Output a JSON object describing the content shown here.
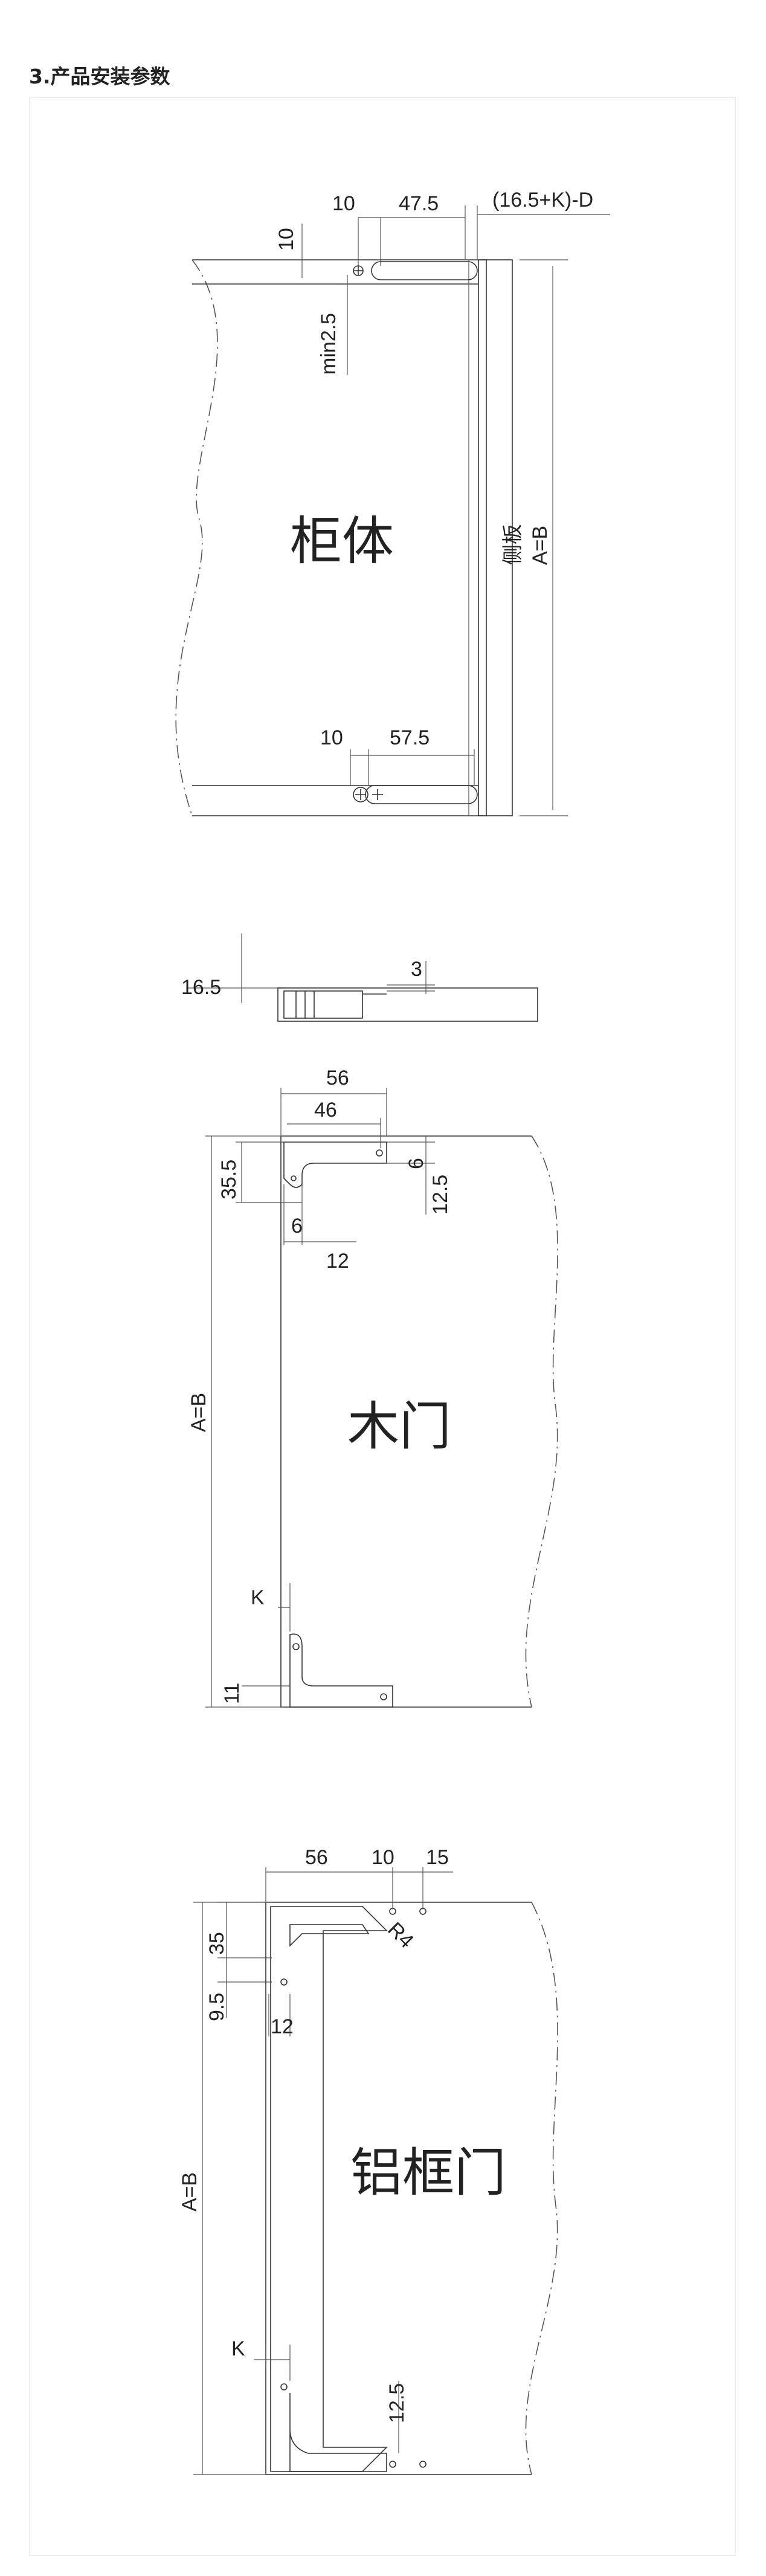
{
  "page": {
    "title": "3.产品安装参数"
  },
  "cabinet": {
    "label": "柜体",
    "side_panel": "侧板",
    "height_label": "A=B",
    "top_dims": {
      "d1": "10",
      "d2": "47.5",
      "d3": "(16.5+K)-D",
      "vertical": "10",
      "min": "min2.5"
    },
    "bottom_dims": {
      "d1": "10",
      "d2": "57.5"
    }
  },
  "profile": {
    "height": "16.5",
    "gap": "3"
  },
  "wood_door": {
    "label": "木门",
    "height_label": "A=B",
    "dims": {
      "w56": "56",
      "w46": "46",
      "h35_5": "35.5",
      "d6a": "6",
      "d12_5": "12.5",
      "d6b": "6",
      "d12": "12",
      "k": "K",
      "d11": "11"
    }
  },
  "alu_door": {
    "label": "铝框门",
    "height_label": "A=B",
    "dims": {
      "w56": "56",
      "d10": "10",
      "d15": "15",
      "r4": "R4",
      "h35": "35",
      "d9_5": "9.5",
      "d12": "12",
      "k": "K",
      "d12_5": "12.5"
    }
  }
}
